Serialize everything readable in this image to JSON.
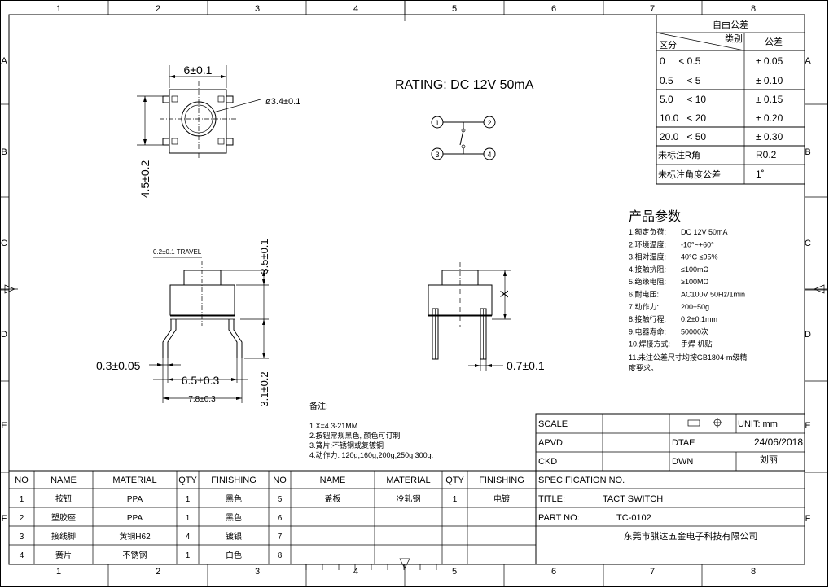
{
  "border": {
    "cols_top": [
      "1",
      "2",
      "3",
      "4",
      "5",
      "6",
      "7",
      "8"
    ],
    "cols_bottom": [
      "1",
      "2",
      "3",
      "4",
      "5",
      "6",
      "7",
      "8"
    ],
    "rows": [
      "A",
      "B",
      "C",
      "D",
      "E",
      "F"
    ]
  },
  "tolerance_table": {
    "title": "自由公差",
    "col_category": "类别",
    "col_range": "区分",
    "col_tolerance": "公差",
    "rows": [
      {
        "range": "0     < 0.5",
        "tol": "± 0.05"
      },
      {
        "range": "0.5     < 5",
        "tol": "± 0.10"
      },
      {
        "range": "5.0     < 10",
        "tol": "± 0.15"
      },
      {
        "range": "10.0   < 20",
        "tol": "± 0.20"
      },
      {
        "range": "20.0   < 50",
        "tol": "± 0.30"
      },
      {
        "range": "未标注R角",
        "tol": "R0.2"
      },
      {
        "range": "未标注角度公差",
        "tol": "1˚"
      }
    ]
  },
  "rating": "RATING: DC 12V 50mA",
  "schematic_pins": [
    "1",
    "2",
    "3",
    "4"
  ],
  "dims": {
    "top_width": "6±0.1",
    "top_height": "4.5±0.2",
    "top_diameter": "ø3.4±0.1",
    "travel": "0.2±0.1 TRAVEL",
    "height_top": "3.5±0.1",
    "leg_height": "3.1±0.2",
    "pin_thickness": "0.3±0.05",
    "pin_pitch": "6.5±0.3",
    "overall_width": "7.8±0.3",
    "x_label": "X",
    "pin_width": "0.7±0.1"
  },
  "params": {
    "title": "产品参数",
    "items": [
      {
        "n": "1.额定负荷:",
        "v": "DC 12V 50mA"
      },
      {
        "n": "2.环境温度:",
        "v": "-10°~+60°"
      },
      {
        "n": "3.相对湿度:",
        "v": "40°C  ≤95%"
      },
      {
        "n": "4.接触抗阻:",
        "v": "≤100mΩ"
      },
      {
        "n": "5.绝缘电阻:",
        "v": "≥100MΩ"
      },
      {
        "n": "6.耐电压:",
        "v": "AC100V 50Hz/1min"
      },
      {
        "n": "7.动作力:",
        "v": "200±50g"
      },
      {
        "n": "8.接触行程:",
        "v": "0.2±0.1mm"
      },
      {
        "n": "9.电器寿命:",
        "v": "50000次"
      },
      {
        "n": "10.焊接方式:",
        "v": "手焊  机贴"
      }
    ],
    "note_line1": "11.未注公差尺寸均按GB1804-m级精",
    "note_line2": "度要求。"
  },
  "notes": {
    "title": "备注:",
    "lines": [
      "1.X=4.3-21MM",
      "2.按钮常规黑色, 颜色可订制",
      "3.簧片:不锈钢或复镀铜",
      "4.动作力: 120g,160g,200g,250g,300g."
    ]
  },
  "bom": {
    "headers": [
      "NO",
      "NAME",
      "MATERIAL",
      "QTY",
      "FINISHING",
      "NO",
      "NAME",
      "MATERIAL",
      "QTY",
      "FINISHING"
    ],
    "rows": [
      [
        "1",
        "按钮",
        "PPA",
        "1",
        "黑色",
        "5",
        "盖板",
        "冷轧钢",
        "1",
        "电镀"
      ],
      [
        "2",
        "塑胶座",
        "PPA",
        "1",
        "黑色",
        "6",
        "",
        "",
        "",
        ""
      ],
      [
        "3",
        "接线脚",
        "黄铜H62",
        "4",
        "镀银",
        "7",
        "",
        "",
        "",
        ""
      ],
      [
        "4",
        "簧片",
        "不锈钢",
        "1",
        "白色",
        "8",
        "",
        "",
        "",
        ""
      ]
    ]
  },
  "title_block": {
    "scale": "SCALE",
    "unit": "UNIT: mm",
    "apvd": "APVD",
    "dtae": "DTAE",
    "date": "24/06/2018",
    "ckd": "CKD",
    "dwn": "DWN",
    "drawer": "刘丽",
    "spec": "SPECIFICATION NO.",
    "title_label": "TITLE:",
    "title_value": "TACT SWITCH",
    "part_label": "PART NO:",
    "part_value": "TC-0102",
    "company": "东莞市骐达五金电子科技有限公司"
  }
}
